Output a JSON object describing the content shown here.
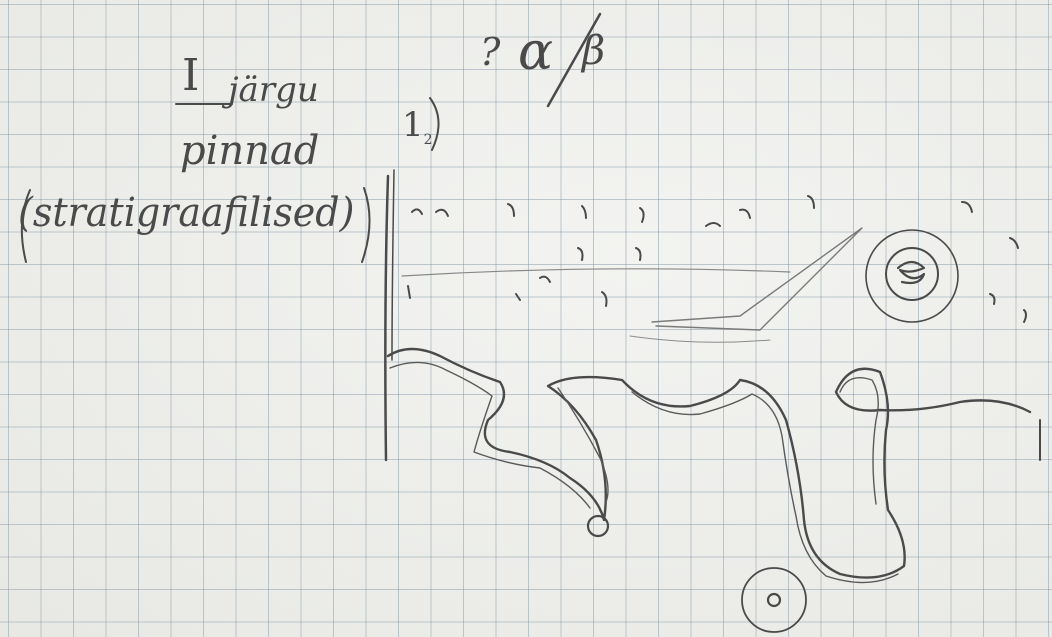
{
  "notebook": {
    "heading_roman": "I",
    "heading_word1": "järgu",
    "heading_word2": "pinnad",
    "heading_word3": "(stratigraafilised)",
    "ratio_question": "?",
    "ratio_alpha": "α",
    "ratio_beta": "β",
    "panel_label": "1",
    "panel_label_sub": "2"
  },
  "colors": {
    "paper": "#f3f4f1",
    "grid": "#8c9bab",
    "pencil": "#4a4a4a"
  },
  "icons": [
    "concentric-circle-symbol",
    "scribble-circle-symbol",
    "pencil-sketch-line"
  ]
}
